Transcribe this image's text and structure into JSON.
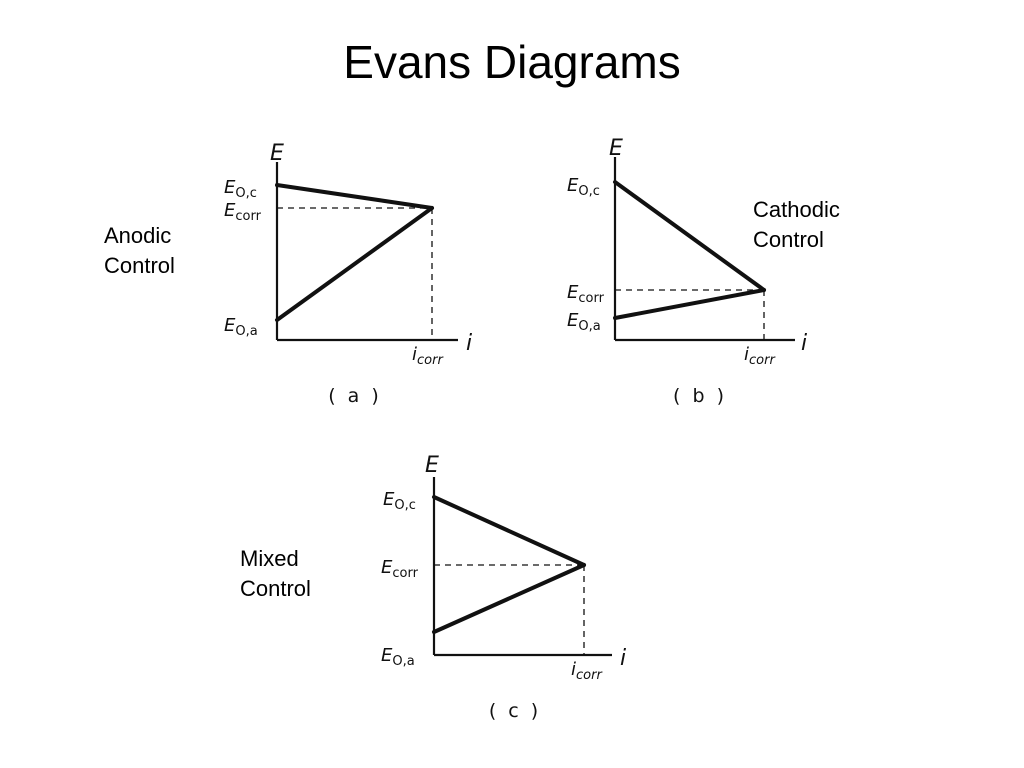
{
  "slide": {
    "title": "Evans Diagrams"
  },
  "labels": {
    "anodic": [
      "Anodic",
      "Control"
    ],
    "cathodic": [
      "Cathodic",
      "Control"
    ],
    "mixed": [
      "Mixed",
      "Control"
    ]
  },
  "diagram_text": {
    "potential_axis": "E",
    "current_axis": "i",
    "cathode_equilibrium": {
      "main": "E",
      "sub": "O,c"
    },
    "anode_equilibrium": {
      "main": "E",
      "sub": "O,a"
    },
    "corrosion_potential": {
      "main": "E",
      "sub": "corr"
    },
    "corrosion_current": {
      "main": "i",
      "sub": "corr"
    }
  },
  "panels": [
    {
      "id": "a",
      "caption": "( a )",
      "control": "anodic"
    },
    {
      "id": "b",
      "caption": "( b )",
      "control": "cathodic"
    },
    {
      "id": "c",
      "caption": "( c )",
      "control": "mixed"
    }
  ],
  "colors": {
    "ink": "#111111",
    "background": "#ffffff"
  }
}
